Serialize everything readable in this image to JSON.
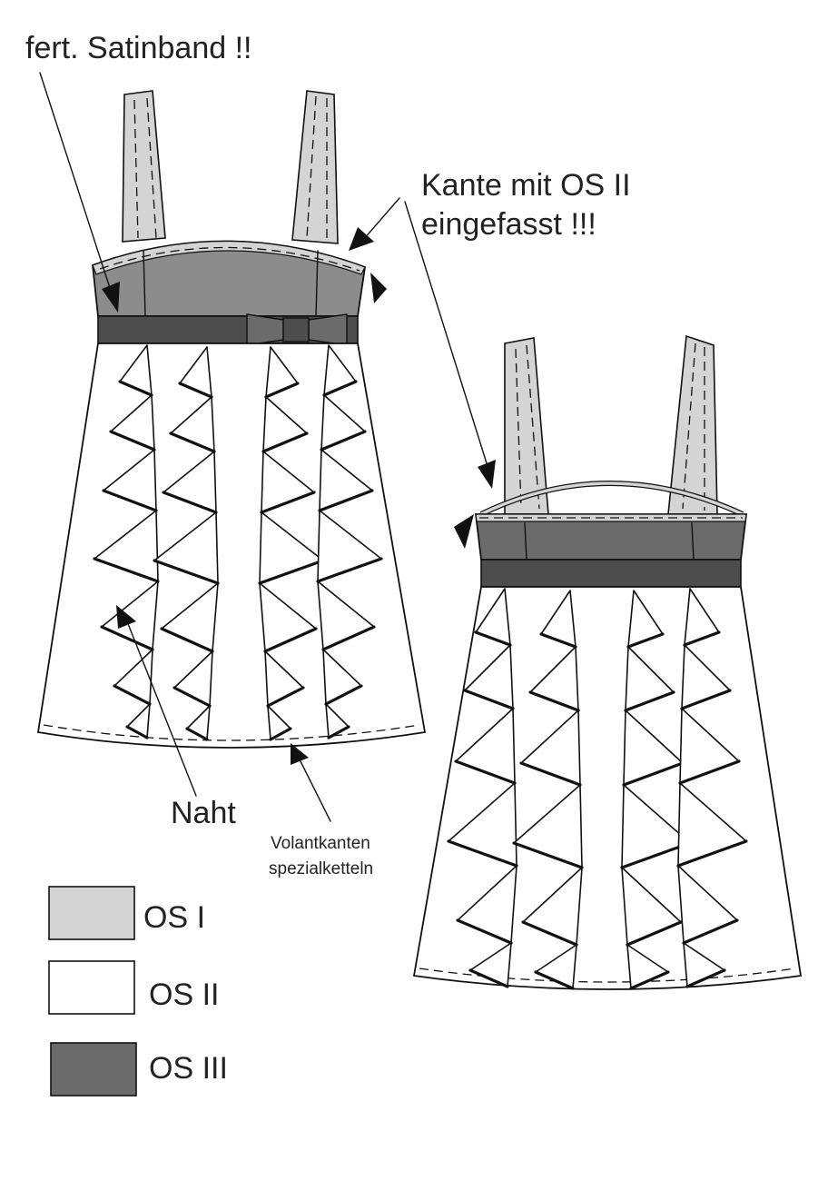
{
  "annotations": {
    "satin": "fert. Satinband !!",
    "edge_line1": "Kante mit OS II",
    "edge_line2": "eingefasst !!!",
    "seam": "Naht",
    "ruffle_line1": "Volantkanten",
    "ruffle_line2": "spezialketteln"
  },
  "legend": [
    {
      "label": "OS I",
      "color": "#d4d4d4"
    },
    {
      "label": "OS II",
      "color": "#ffffff"
    },
    {
      "label": "OS III",
      "color": "#6b6b6b"
    }
  ],
  "colors": {
    "os_i": "#d4d4d4",
    "os_ii": "#ffffff",
    "os_iii": "#6b6b6b",
    "bodice_front": "#8c8c8c",
    "band": "#4d4d4d",
    "ink": "#111111"
  }
}
